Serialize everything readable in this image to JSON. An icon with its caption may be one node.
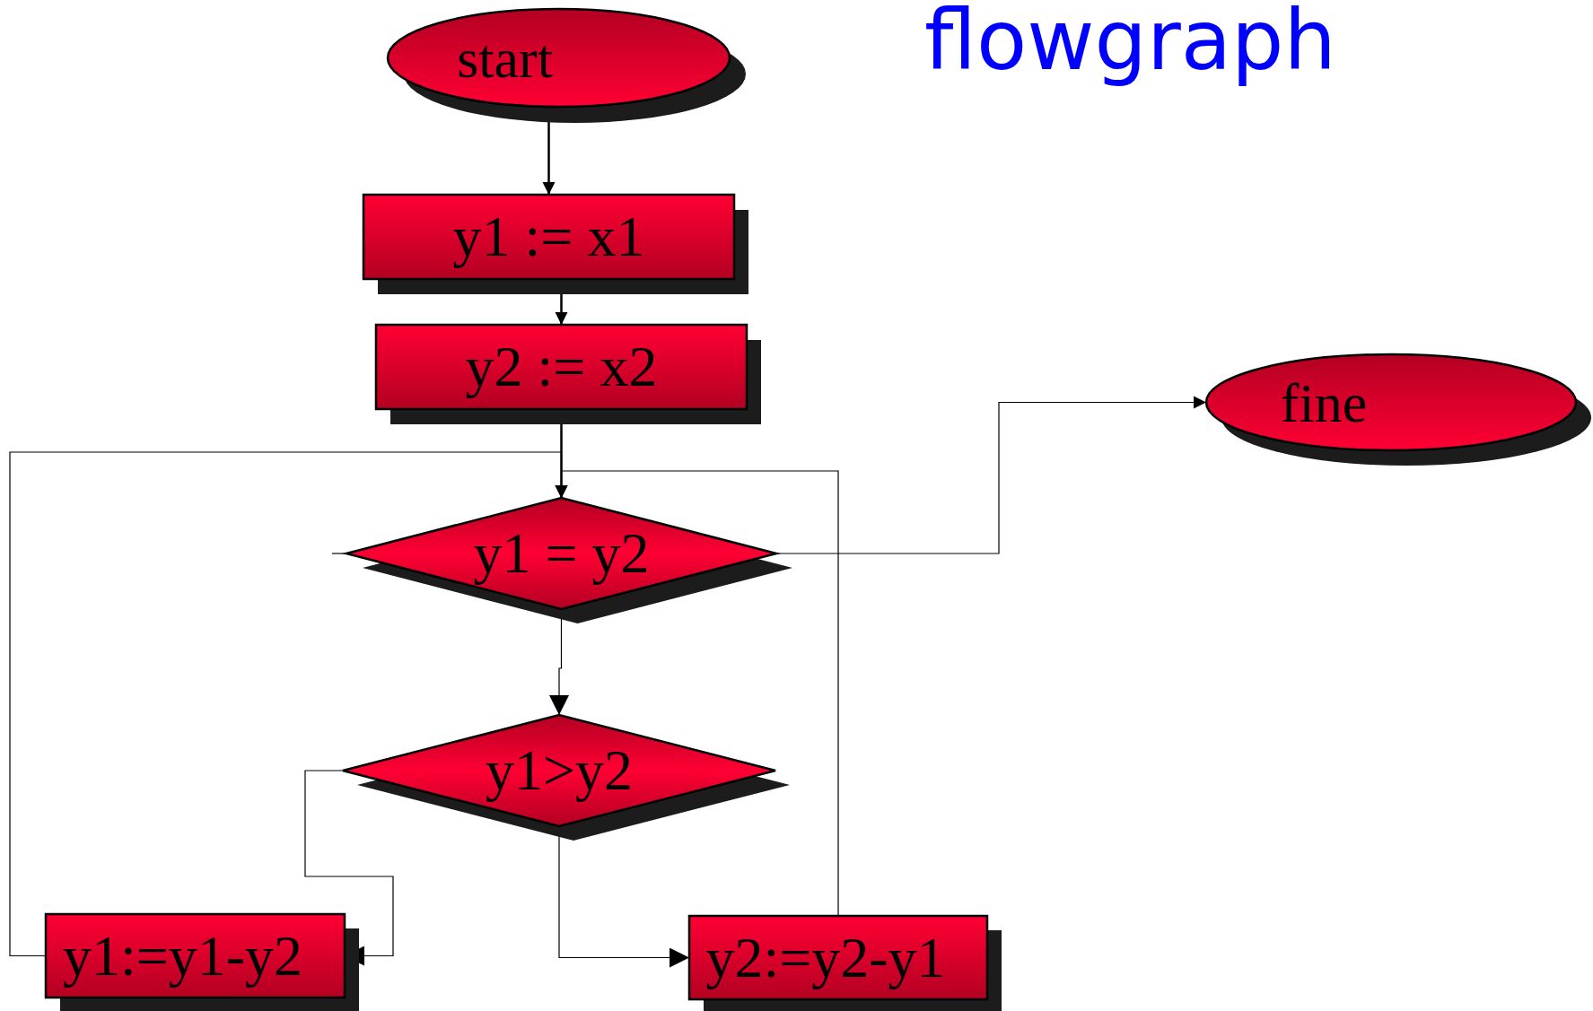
{
  "diagram": {
    "title": "flowgraph",
    "nodes": [
      {
        "text": [
          "start"
        ]
      },
      {
        "text": [
          "y1 := x1"
        ]
      },
      {
        "text": [
          "y2 := x2"
        ]
      },
      {
        "text": [
          "y1 = y2"
        ]
      },
      {
        "text": [
          "y1>y2"
        ]
      },
      {
        "text": [
          "y1:=y1-y2"
        ]
      },
      {
        "text": [
          "y2:=y2-y1"
        ]
      },
      {
        "text": [
          "fine"
        ]
      }
    ],
    "edges": [
      {
        "from": 0,
        "to": 1,
        "arrow": "to"
      },
      {
        "from": 1,
        "to": 2,
        "arrow": "to"
      },
      {
        "from": 2,
        "to": 3,
        "arrow": "to"
      },
      {
        "from": 5,
        "to": 3,
        "arrow": "to"
      },
      {
        "from": 6,
        "to": 3,
        "arrow": "to"
      },
      {
        "from": 3,
        "to": null,
        "arrow": "none"
      },
      {
        "from": 3,
        "to": 7,
        "arrow": "to"
      },
      {
        "from": 3,
        "to": 4,
        "arrow": "to"
      },
      {
        "from": 4,
        "to": 5,
        "arrow": "to"
      },
      {
        "from": 4,
        "to": 6,
        "arrow": "to"
      }
    ]
  }
}
